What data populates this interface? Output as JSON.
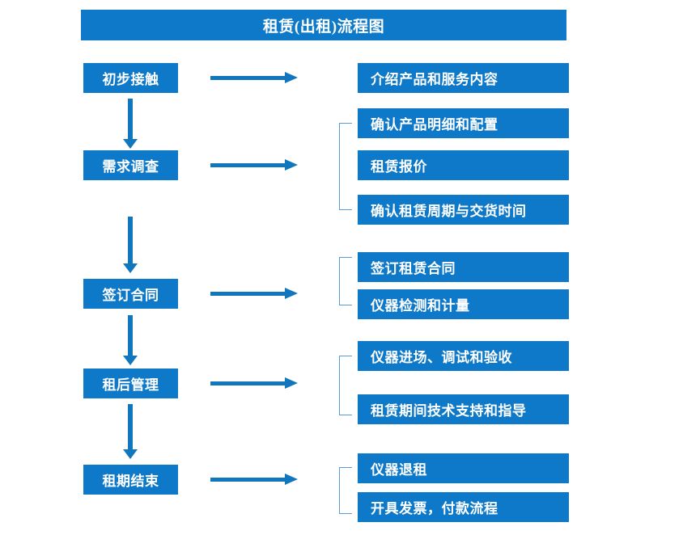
{
  "diagram": {
    "title": "租赁(出租)流程图",
    "type": "flowchart",
    "colors": {
      "box_fill": "#0E79C9",
      "box_text": "#FFFFFF",
      "arrow": "#1076BE",
      "bracket": "#5B9BD5",
      "background": "#FFFFFF"
    },
    "stages": [
      {
        "label": "初步接触",
        "details": [
          "介绍产品和服务内容"
        ],
        "bracketed": false
      },
      {
        "label": "需求调查",
        "details": [
          "确认产品明细和配置",
          "租赁报价",
          "确认租赁周期与交货时间"
        ],
        "bracketed": true
      },
      {
        "label": "签订合同",
        "details": [
          "签订租赁合同",
          "仪器检测和计量"
        ],
        "bracketed": true
      },
      {
        "label": "租后管理",
        "details": [
          "仪器进场、调试和验收",
          "租赁期间技术支持和指导"
        ],
        "bracketed": true
      },
      {
        "label": "租期结束",
        "details": [
          "仪器退租",
          "开具发票，付款流程"
        ],
        "bracketed": true
      }
    ],
    "connectors": {
      "stage_to_stage": "downward-arrow",
      "stage_to_details": "rightward-arrow",
      "detail_group": "square-bracket"
    }
  }
}
